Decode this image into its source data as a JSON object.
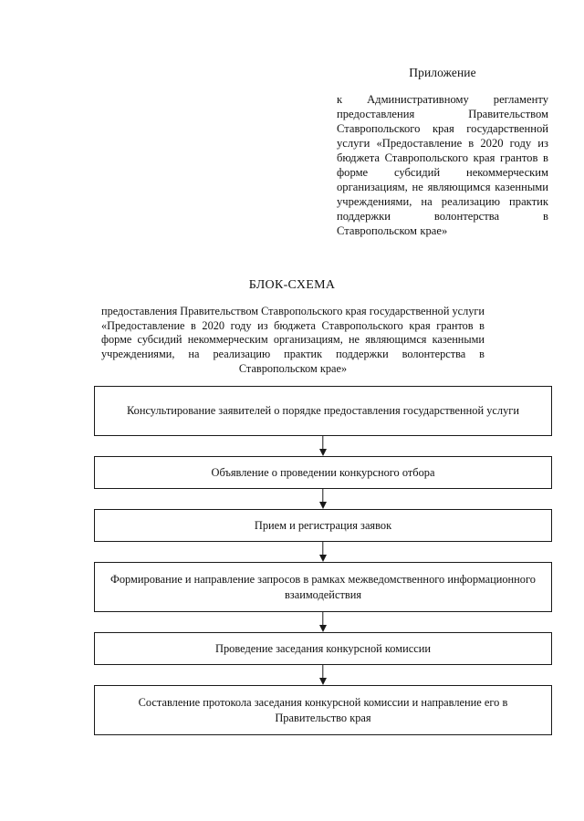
{
  "document": {
    "header": {
      "title": "Приложение",
      "body": "к Административному регламенту предоставления Правительством Ставропольского края государственной услуги «Предоставление в 2020 году из бюджета Ставропольского края грантов в форме субсидий некоммерческим организациям, не являющимся казенными учреждениями, на реализацию практик поддержки волонтерства в Ставропольском крае»"
    },
    "scheme": {
      "title": "БЛОК-СХЕМА",
      "subtitle": "предоставления Правительством Ставропольского края государственной услуги «Предоставление в 2020 году из бюджета Ставропольского края грантов в форме субсидий некоммерческим организациям, не являющимся казенными учреждениями, на реализацию практик поддержки волонтерства в Ставропольском крае»",
      "steps": [
        {
          "label": "Консультирование заявителей о порядке предоставления государственной услуги",
          "lines": 2
        },
        {
          "label": "Объявление о проведении конкурсного отбора",
          "lines": 1
        },
        {
          "label": "Прием и регистрация заявок",
          "lines": 1
        },
        {
          "label": "Формирование и направление запросов в рамках межведомственного информационного взаимодействия",
          "lines": 2
        },
        {
          "label": "Проведение заседания конкурсной комиссии",
          "lines": 1
        },
        {
          "label": "Составление протокола заседания конкурсной комиссии и направление его в Правительство края",
          "lines": 2
        }
      ]
    }
  },
  "colors": {
    "page_background": "#ffffff",
    "text": "#111111",
    "box_border": "#1a1a1a",
    "connector": "#1a1a1a"
  }
}
